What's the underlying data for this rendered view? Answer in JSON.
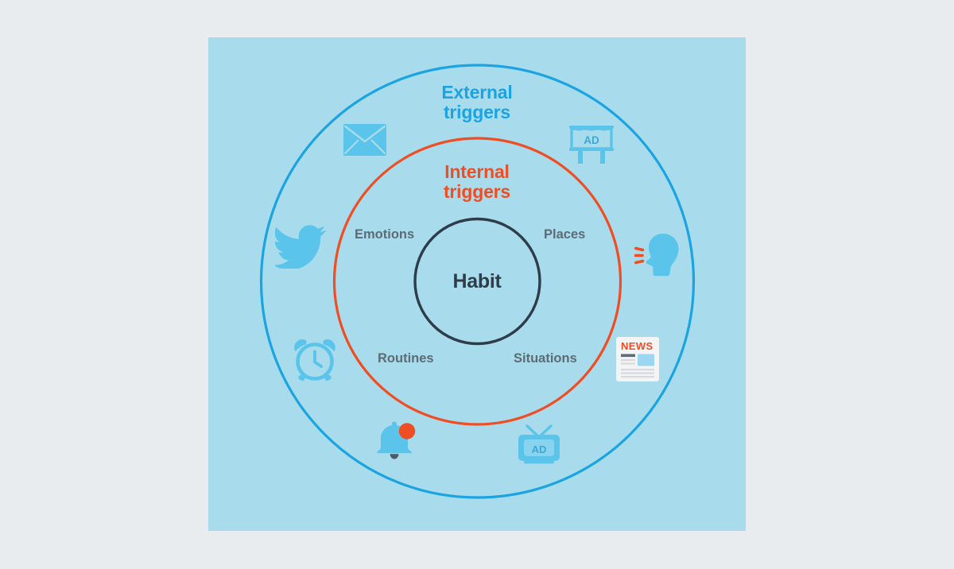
{
  "diagram": {
    "title_internal": "Internal\ntriggers",
    "title_external": "External\ntriggers",
    "center_label": "Habit",
    "quadrants": [
      {
        "id": "emotions",
        "label": "Emotions"
      },
      {
        "id": "places",
        "label": "Places"
      },
      {
        "id": "routines",
        "label": "Routines"
      },
      {
        "id": "situations",
        "label": "Situations"
      }
    ],
    "icons": [
      {
        "id": "envelope",
        "name": "envelope-icon",
        "alt": "email envelope"
      },
      {
        "id": "billboard",
        "name": "billboard-ad-icon",
        "alt": "outdoor billboard advertisement",
        "text": "AD"
      },
      {
        "id": "twitter",
        "name": "twitter-bird-icon",
        "alt": "twitter bird"
      },
      {
        "id": "speaking-head",
        "name": "speaking-head-icon",
        "alt": "person speaking word of mouth"
      },
      {
        "id": "alarm-clock",
        "name": "alarm-clock-icon",
        "alt": "alarm clock"
      },
      {
        "id": "newspaper",
        "name": "newspaper-icon",
        "alt": "newspaper",
        "text": "NEWS"
      },
      {
        "id": "bell",
        "name": "notification-bell-icon",
        "alt": "notification bell with badge"
      },
      {
        "id": "tv-ad",
        "name": "tv-ad-icon",
        "alt": "television advertisement",
        "text": "AD"
      }
    ],
    "colors": {
      "page_background": "#e9ecef",
      "panel_background": "#a8dcec",
      "outer_ring": "#1ba3e2",
      "inner_ring": "#ef4e25",
      "center_ring": "#2e3d49",
      "icon_blue": "#5bc4ea",
      "icon_blue_light": "#8fd6f0",
      "accent_orange": "#ef4e25",
      "label_gray": "#5d6b75",
      "paper_white": "#f4f4f4"
    }
  }
}
